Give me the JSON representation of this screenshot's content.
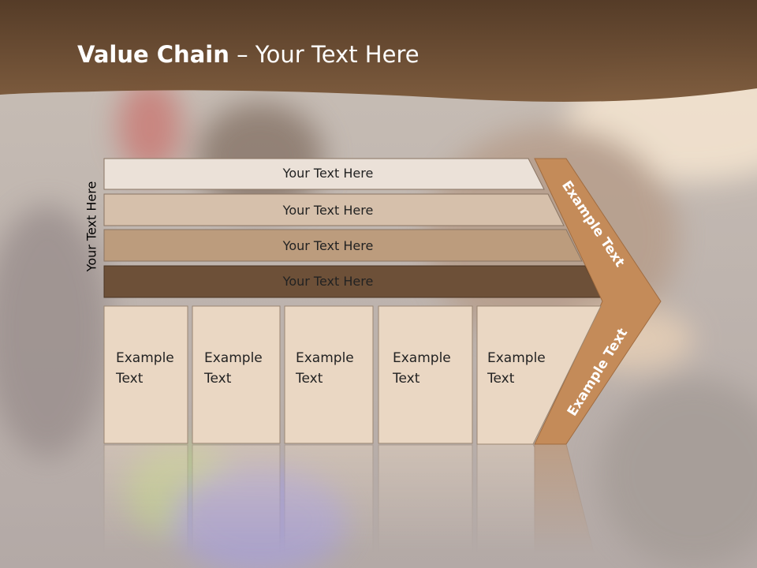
{
  "slide": {
    "title_bold": "Value Chain",
    "title_rest": " – Your Text Here",
    "vertical_label": "Your Text Here"
  },
  "support_activities": [
    {
      "label": "Your Text Here",
      "color": "#ebe1d8"
    },
    {
      "label": "Your Text Here",
      "color": "#d6c0ab"
    },
    {
      "label": "Your Text Here",
      "color": "#bc9c7d"
    },
    {
      "label": "Your Text Here",
      "color": "#6d5038"
    }
  ],
  "primary_activities": [
    {
      "line1": "Example",
      "line2": "Text"
    },
    {
      "line1": "Example",
      "line2": "Text"
    },
    {
      "line1": "Example",
      "line2": "Text"
    },
    {
      "line1": "Example",
      "line2": "Text"
    },
    {
      "line1": "Example",
      "line2": "Text"
    }
  ],
  "margin_arrow": {
    "upper_label": "Example Text",
    "lower_label": "Example Text",
    "color": "#c48b59"
  },
  "colors": {
    "header_brown": "#5b3e24",
    "box_fill": "#ead7c3"
  }
}
